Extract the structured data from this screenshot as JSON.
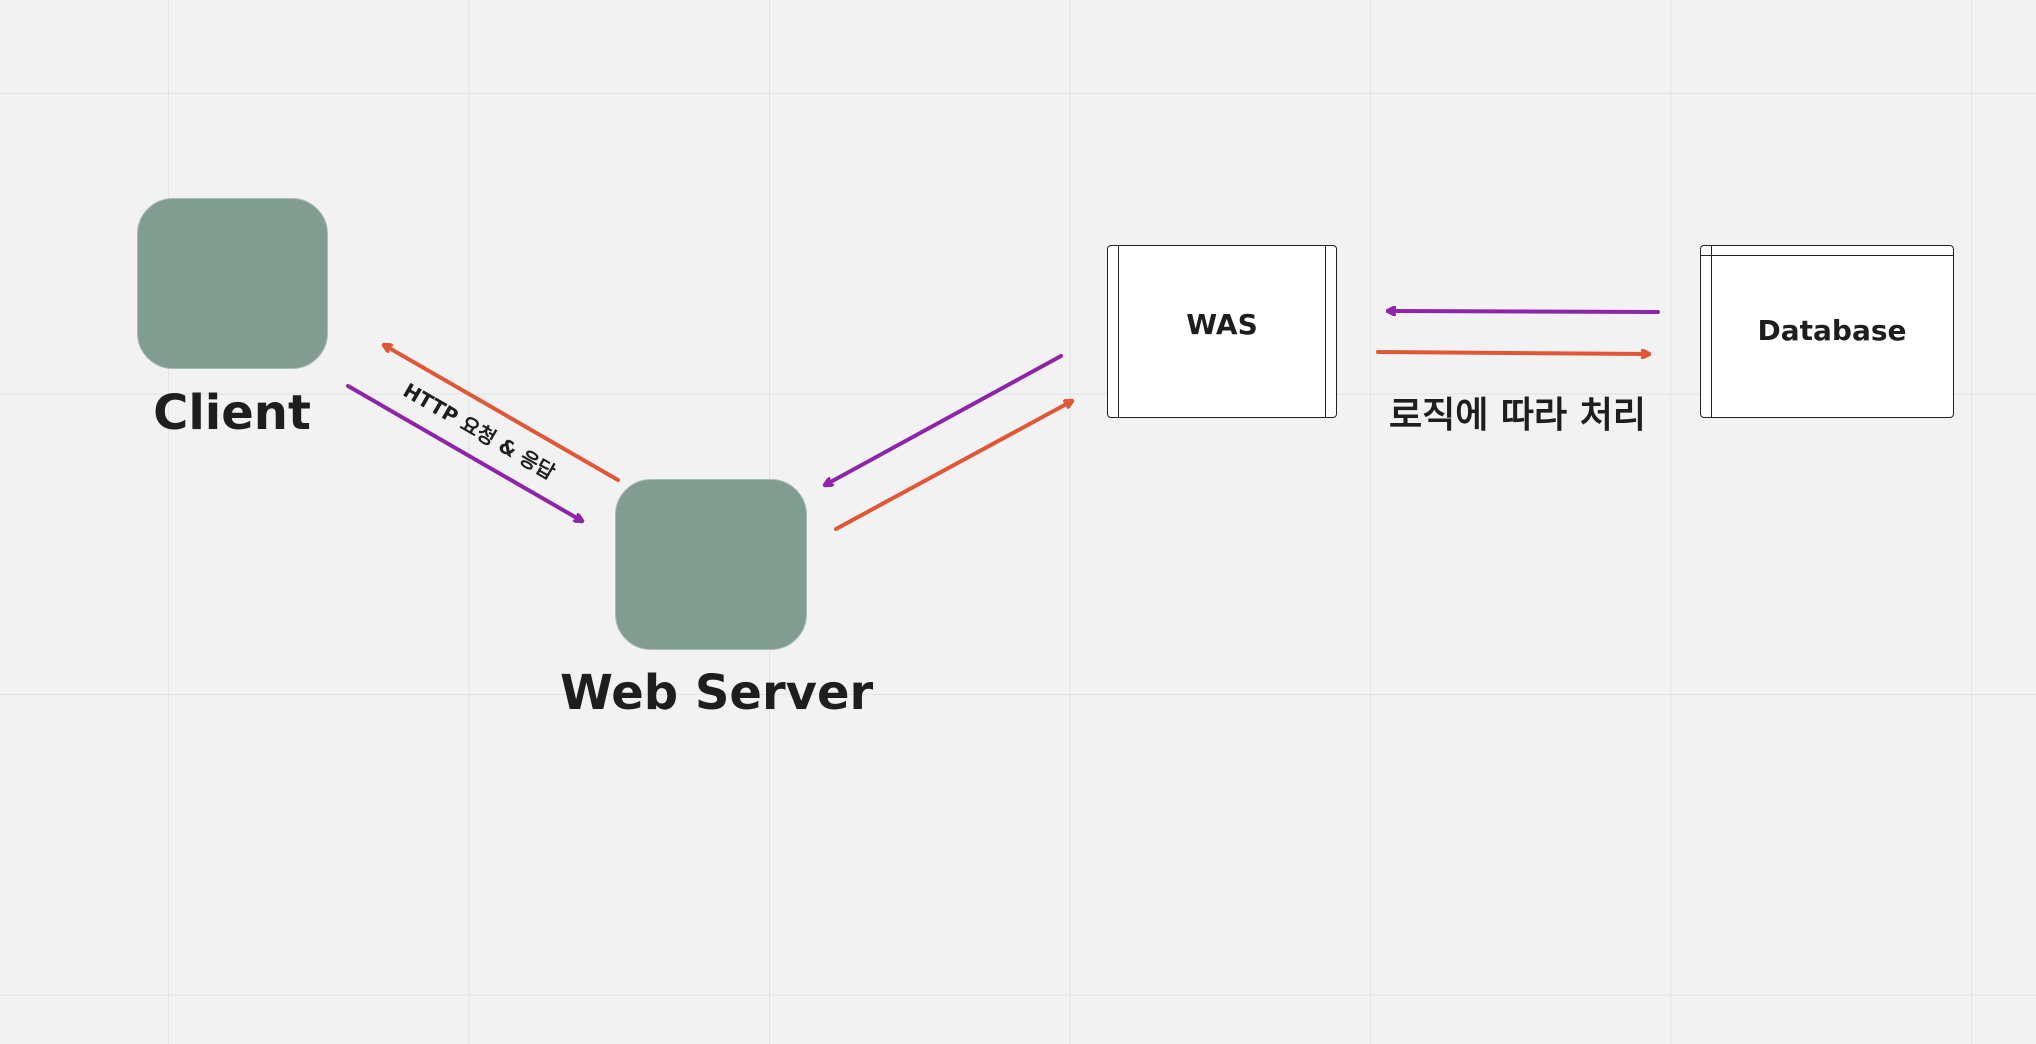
{
  "nodes": {
    "client": "Client",
    "web_server": "Web Server",
    "was": "WAS",
    "database": "Database"
  },
  "edge_labels": {
    "http": "HTTP 요청 & 응답",
    "logic": "로직에 따라 처리"
  },
  "colors": {
    "background": "#f2f2f2",
    "node_fill": "#819d91",
    "request_arrow": "#e05636",
    "response_arrow": "#8e24aa"
  }
}
